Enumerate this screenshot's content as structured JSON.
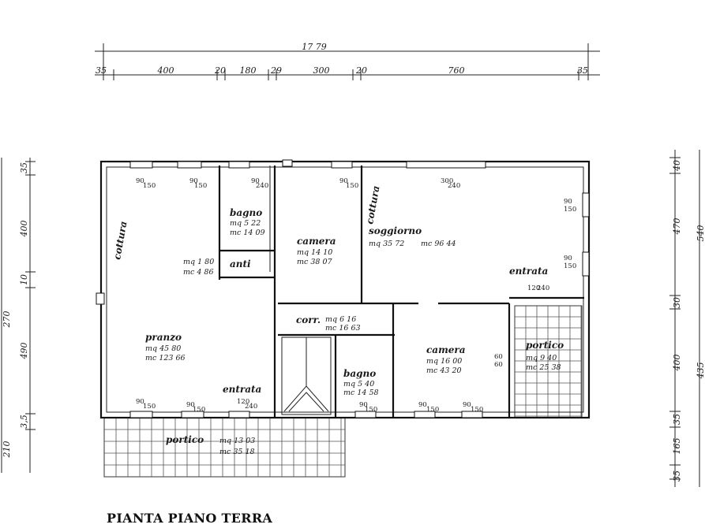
{
  "title": "PIANTA PIANO TERRA",
  "top_dims": {
    "total": "17 79",
    "segments": [
      "35",
      "400",
      "20",
      "180",
      "29",
      "300",
      "20",
      "760",
      "35"
    ]
  },
  "left_dims": [
    "35",
    "400",
    "10",
    "490",
    "3,5",
    "210",
    "270"
  ],
  "right_dims": [
    "40",
    "470",
    "30",
    "400",
    "35",
    "165",
    "35",
    "540",
    "435"
  ],
  "rooms": {
    "pranzo": {
      "name": "pranzo",
      "mq": "mq  45 80",
      "mc": "mc   123 66"
    },
    "bagno1": {
      "name": "bagno",
      "mq": "mq  5 22",
      "mc": "mc 14 09"
    },
    "anti": {
      "name": "anti",
      "mq": "mq 1 80",
      "mc": "mc  4 86"
    },
    "camera1": {
      "name": "camera",
      "mq": "mq  14 10",
      "mc": "mc  38 07"
    },
    "soggiorno": {
      "name": "soggiorno",
      "mq": "mq 35 72",
      "mc": "mc  96 44"
    },
    "corr": {
      "name": "corr.",
      "mq": "mq  6 16",
      "mc": "mc  16 63"
    },
    "bagno2": {
      "name": "bagno",
      "mq": "mq  5 40",
      "mc": "mc  14 58"
    },
    "camera2": {
      "name": "camera",
      "mq": "mq  16 00",
      "mc": "mc  43 20"
    },
    "portico1": {
      "name": "portico",
      "mq": "mq  9 40",
      "mc": "mc  25 38"
    },
    "portico2": {
      "name": "portico",
      "mq": "mq  13 03",
      "mc": "mc  35 18"
    }
  },
  "labels": {
    "cottura1": "cottura",
    "cottura2": "cottura",
    "entrata1": "entrata",
    "entrata2": "entrata"
  },
  "openings": {
    "o1": [
      "90",
      "150"
    ],
    "o2": [
      "90",
      "150"
    ],
    "o3": [
      "90",
      "240"
    ],
    "o4": [
      "90",
      "150"
    ],
    "o5": [
      "300",
      "240"
    ],
    "o6": [
      "90",
      "150"
    ],
    "o7": [
      "90",
      "150"
    ],
    "o8": [
      "120",
      "240"
    ],
    "o9": [
      "90",
      "150"
    ],
    "o10": [
      "90",
      "150"
    ],
    "o11": [
      "120",
      "240"
    ],
    "o12": [
      "90",
      "150"
    ],
    "o13": [
      "90",
      "150"
    ],
    "o14": [
      "90",
      "150"
    ],
    "o15": [
      "60",
      "60"
    ]
  }
}
